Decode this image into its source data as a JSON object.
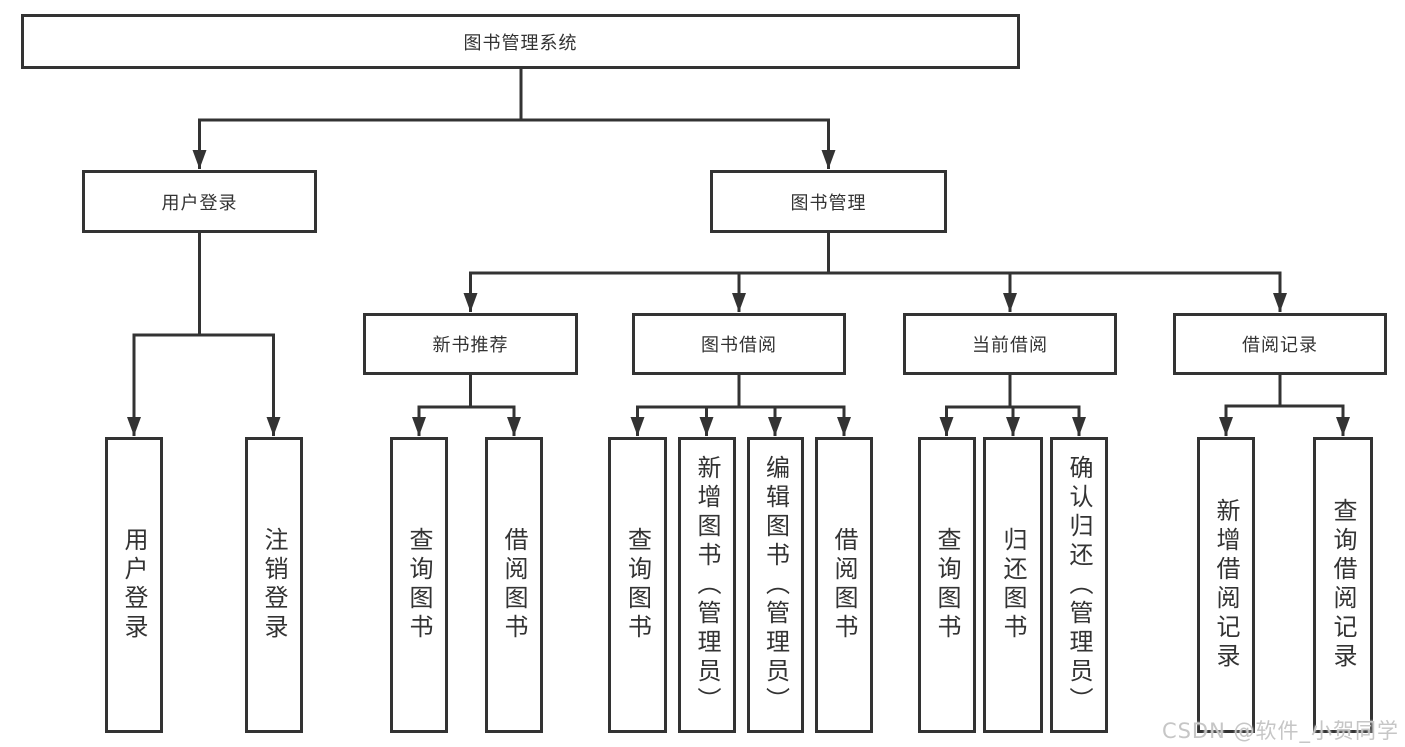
{
  "diagram": {
    "root": "图书管理系统",
    "branches": [
      {
        "label": "用户登录",
        "children": [
          "用户登录",
          "注销登录"
        ]
      },
      {
        "label": "图书管理",
        "sections": [
          {
            "label": "新书推荐",
            "children": [
              "查询图书",
              "借阅图书"
            ]
          },
          {
            "label": "图书借阅",
            "children": [
              "查询图书",
              "新增图书（管理员）",
              "编辑图书（管理员）",
              "借阅图书"
            ]
          },
          {
            "label": "当前借阅",
            "children": [
              "查询图书",
              "归还图书",
              "确认归还（管理员）"
            ]
          },
          {
            "label": "借阅记录",
            "children": [
              "新增借阅记录",
              "查询借阅记录"
            ]
          }
        ]
      }
    ]
  },
  "watermark": "CSDN @软件_小贺同学",
  "colors": {
    "line": "#333333",
    "text": "#333333",
    "background": "#ffffff",
    "watermark_color": "#c6c6c6"
  }
}
